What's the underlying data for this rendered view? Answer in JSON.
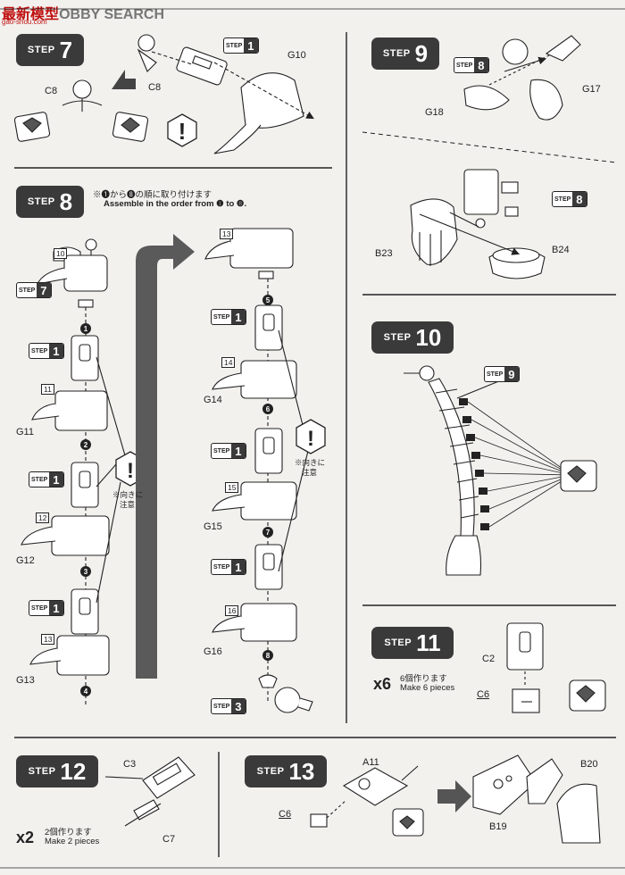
{
  "watermark": {
    "part1": "最",
    "part2": "新",
    "part3": "模",
    "part4": "型",
    "rest": "OBBY SEARCH",
    "url": "gao-shou.com"
  },
  "step_word": "STEP",
  "steps": {
    "s7": "7",
    "s8": "8",
    "s9": "9",
    "s10": "10",
    "s11": "11",
    "s12": "12",
    "s13": "13"
  },
  "refs": {
    "r1": "1",
    "r3": "3",
    "r7": "7",
    "r8": "8",
    "r9": "9"
  },
  "parts": {
    "C8": "C8",
    "G10": "G10",
    "G11": "G11",
    "G12": "G12",
    "G13": "G13",
    "G14": "G14",
    "G15": "G15",
    "G16": "G16",
    "G17": "G17",
    "G18": "G18",
    "B23": "B23",
    "B24": "B24",
    "C2": "C2",
    "C6": "C6",
    "C3": "C3",
    "C7": "C7",
    "A11": "A11",
    "B19": "B19",
    "B20": "B20"
  },
  "step8_note_jp": "※❶から❽の順に取り付けます",
  "step8_note_en": "Assemble in the order from ❶ to ❽.",
  "caution_jp_line1": "※向きに",
  "caution_jp_line2": "注意",
  "order_numbers": [
    "1",
    "2",
    "3",
    "4",
    "5",
    "6",
    "7",
    "8"
  ],
  "part_tags": {
    "t10": "10",
    "t11": "11",
    "t12": "12",
    "t13": "13",
    "t14": "14",
    "t15": "15",
    "t16": "16"
  },
  "step11": {
    "mult": "x6",
    "jp": "6個作ります",
    "en": "Make 6 pieces"
  },
  "step12": {
    "mult": "x2",
    "jp": "2個作ります",
    "en": "Make 2 pieces"
  }
}
